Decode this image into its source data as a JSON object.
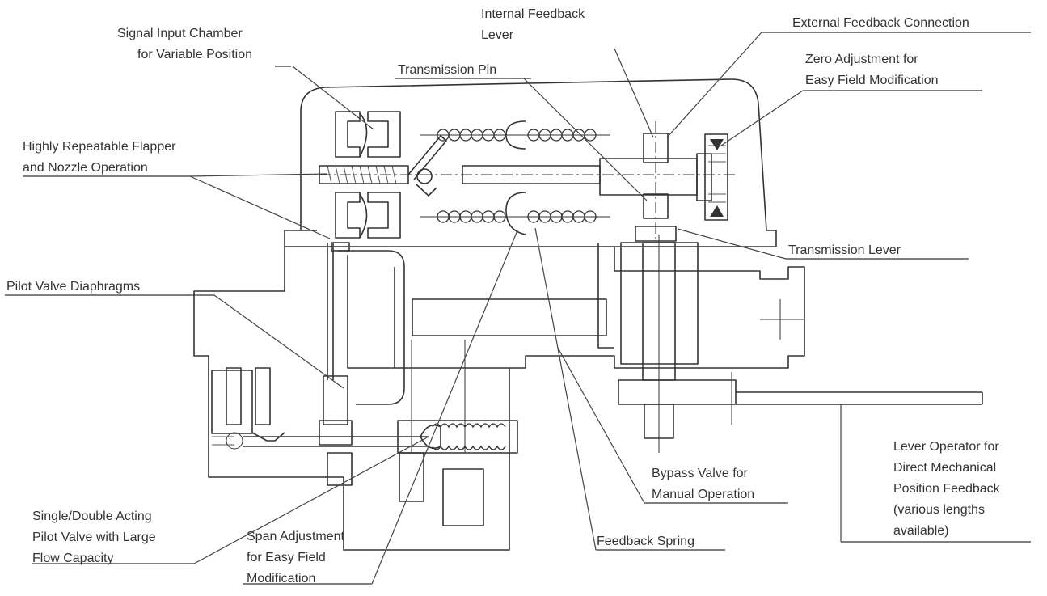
{
  "callouts": {
    "internal_feedback_lever": [
      "Internal Feedback",
      "Lever"
    ],
    "external_feedback_connection": [
      "External Feedback Connection"
    ],
    "signal_input_chamber": [
      "Signal Input Chamber",
      "for Variable Position"
    ],
    "zero_adjustment": [
      "Zero Adjustment for",
      "Easy Field Modification"
    ],
    "transmission_pin": [
      "Transmission Pin"
    ],
    "flapper_nozzle": [
      "Highly Repeatable Flapper",
      "and Nozzle Operation"
    ],
    "transmission_lever": [
      "Transmission Lever"
    ],
    "pilot_valve_diaphragms": [
      "Pilot Valve Diaphragms"
    ],
    "lever_operator": [
      "Lever Operator for",
      "Direct Mechanical",
      "Position Feedback",
      "(various lengths",
      "available)"
    ],
    "bypass_valve": [
      "Bypass Valve for",
      "Manual Operation"
    ],
    "single_double_pilot": [
      "Single/Double Acting",
      "Pilot Valve with Large",
      "Flow Capacity"
    ],
    "span_adjustment": [
      "Span Adjustment",
      "for Easy Field",
      "Modification"
    ],
    "feedback_spring": [
      "Feedback Spring"
    ]
  }
}
